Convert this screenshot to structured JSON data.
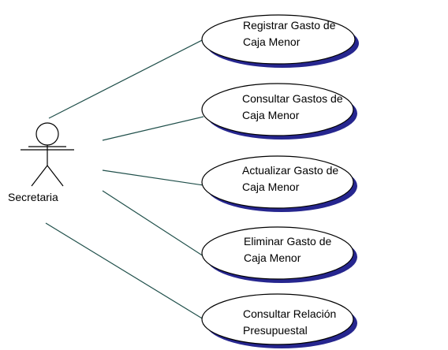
{
  "actor": {
    "name": "Secretaria",
    "icon": "stick-figure-icon"
  },
  "use_cases": [
    {
      "line1": "Registrar Gasto de",
      "line2": "Caja Menor"
    },
    {
      "line1": "Consultar Gastos de",
      "line2": "Caja Menor"
    },
    {
      "line1": "Actualizar Gasto de",
      "line2": "Caja Menor"
    },
    {
      "line1": "Eliminar Gasto de",
      "line2": "Caja Menor"
    },
    {
      "line1": "Consultar Relación",
      "line2": "Presupuestal"
    }
  ],
  "colors": {
    "association_line": "#1f4f4a",
    "use_case_shadow": "#26268f",
    "use_case_fill": "#ffffff"
  }
}
